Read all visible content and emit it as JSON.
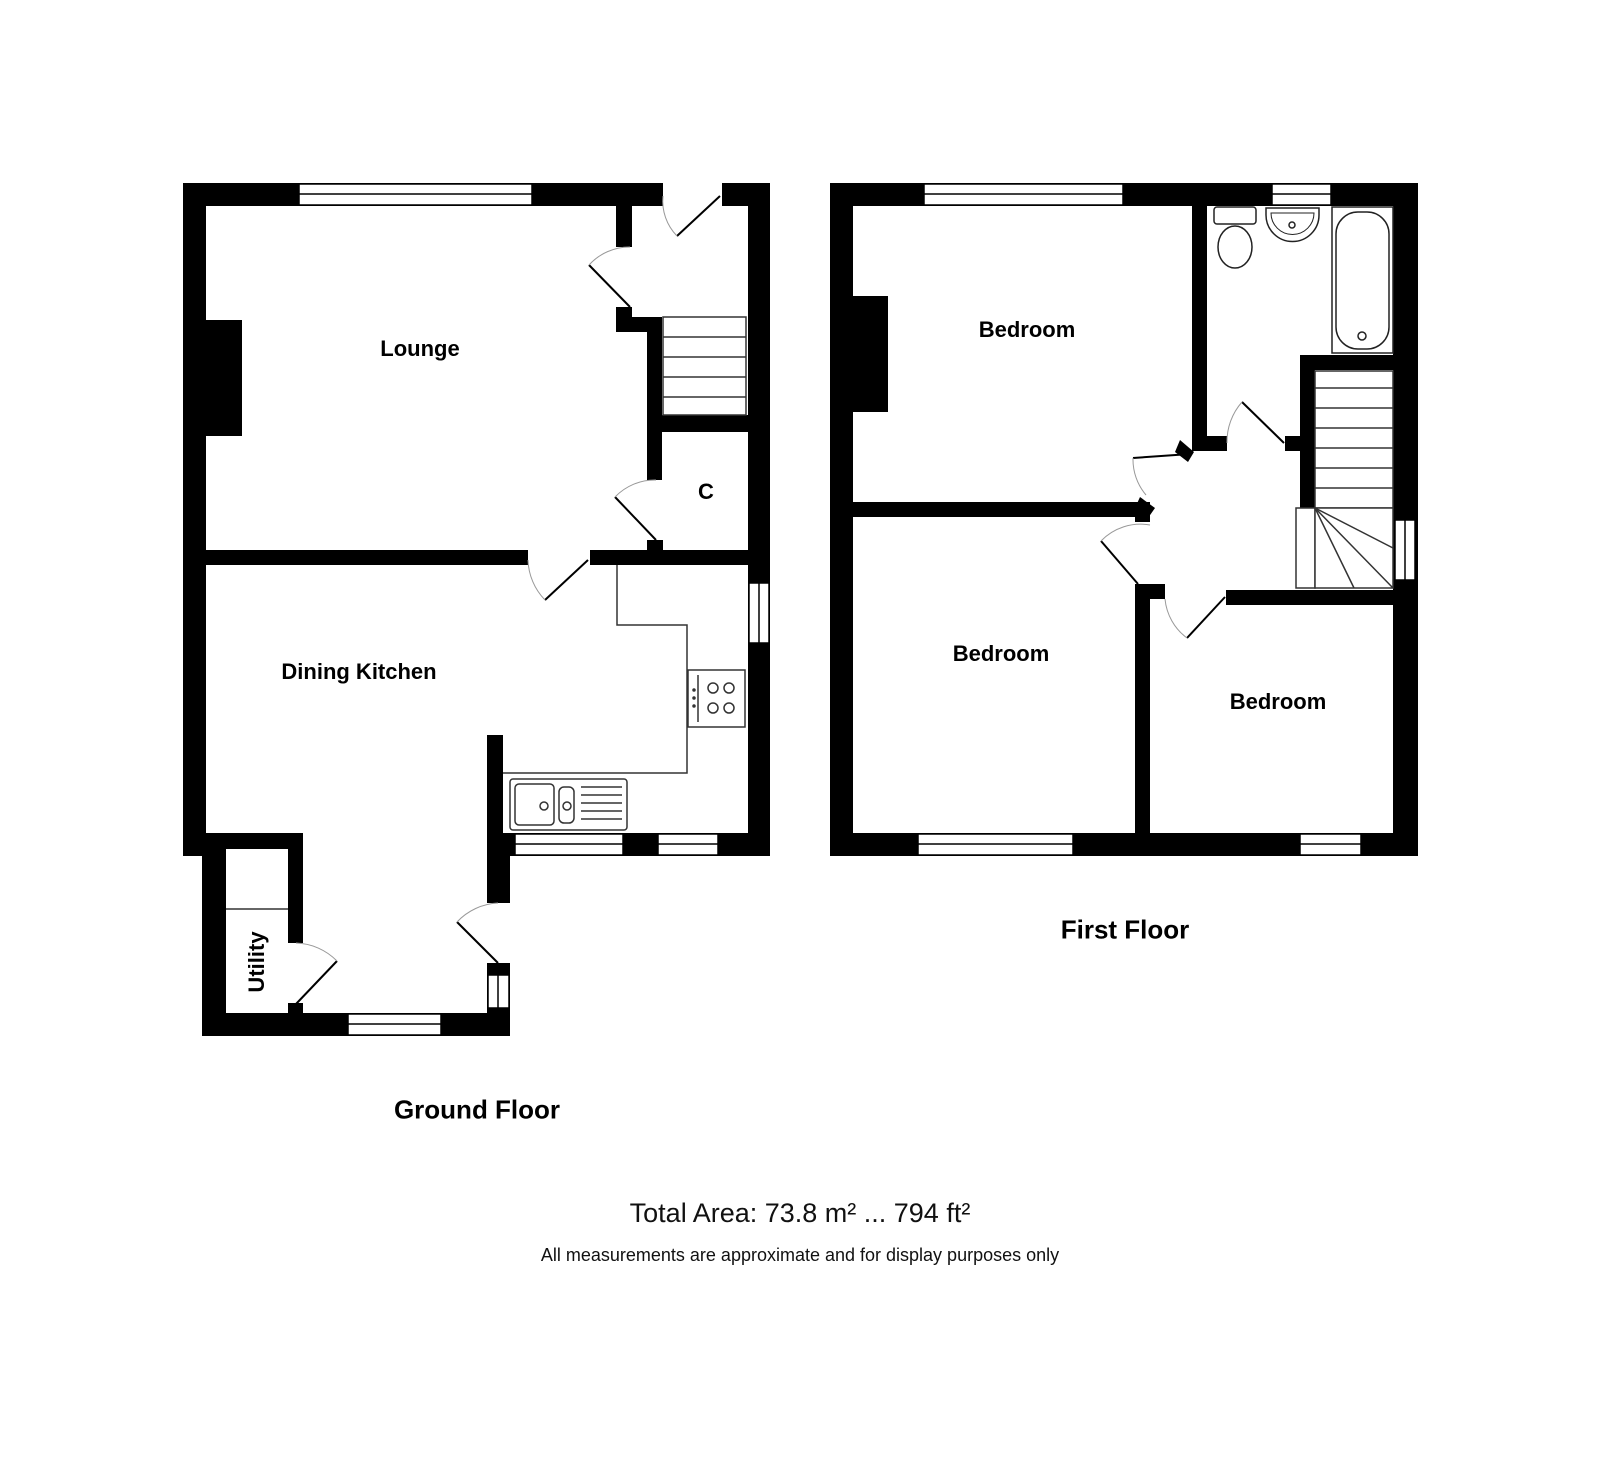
{
  "colors": {
    "wall": "#000000",
    "background": "#ffffff",
    "line": "#333333"
  },
  "ground_floor": {
    "title": "Ground Floor",
    "rooms": [
      {
        "label": "Lounge"
      },
      {
        "label": "C"
      },
      {
        "label": "Dining Kitchen"
      },
      {
        "label": "Utility"
      }
    ],
    "fixtures": [
      "stairs-icon",
      "hob-icon",
      "sink-icon",
      "chimney-breast"
    ]
  },
  "first_floor": {
    "title": "First Floor",
    "rooms": [
      {
        "label": "Bedroom"
      },
      {
        "label": "Bedroom"
      },
      {
        "label": "Bedroom"
      }
    ],
    "fixtures": [
      "toilet-icon",
      "basin-icon",
      "bath-icon",
      "stairs-icon",
      "chimney-breast"
    ]
  },
  "footer": {
    "total_area": "Total Area: 73.8 m² ... 794 ft²",
    "disclaimer": "All measurements are approximate and for display purposes only"
  }
}
